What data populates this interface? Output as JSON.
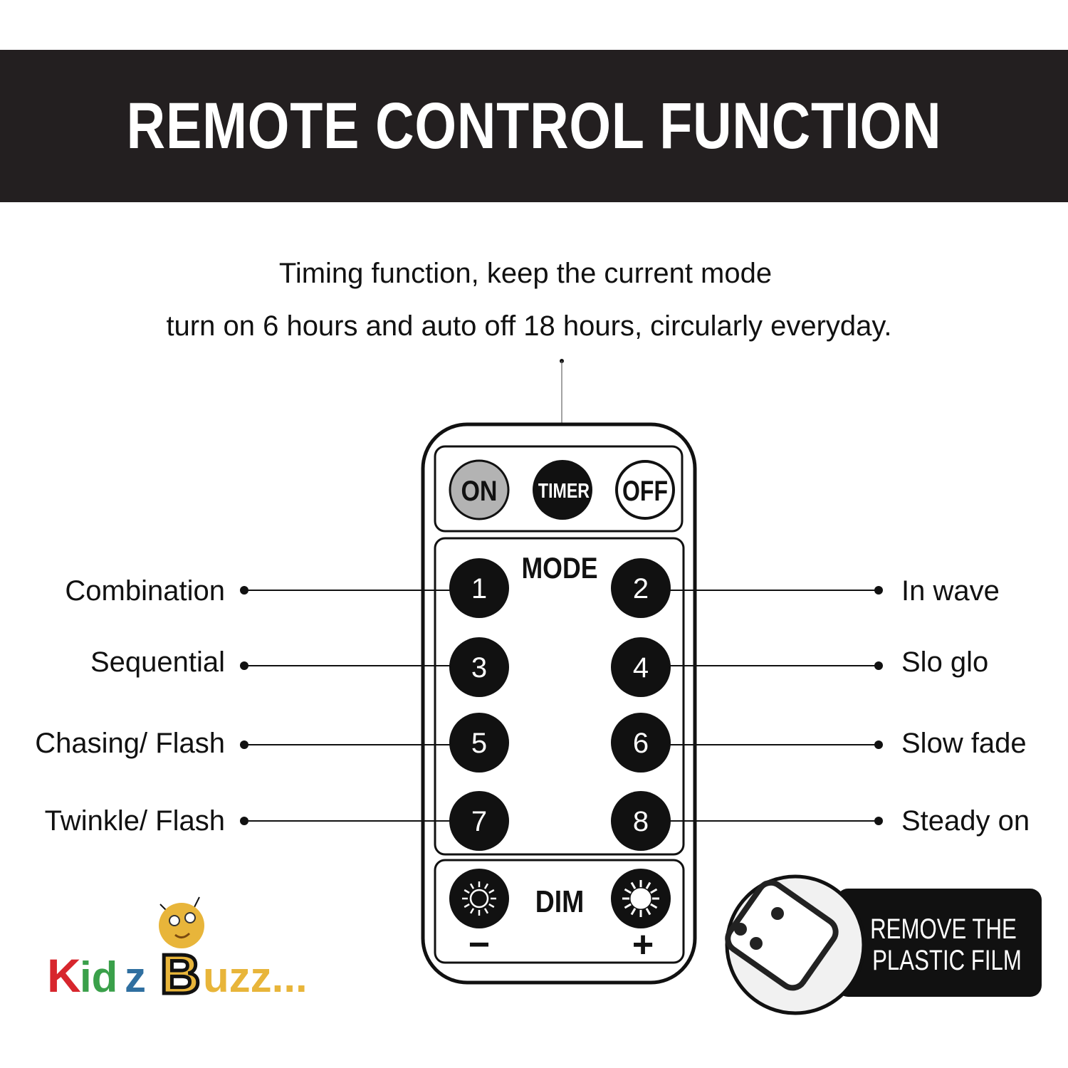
{
  "header": {
    "title": "REMOTE CONTROL FUNCTION"
  },
  "timer_note": {
    "line1": "Timing function, keep the current mode",
    "line2": "turn on 6 hours and auto off 18 hours, circularly everyday."
  },
  "remote": {
    "on": "ON",
    "timer": "TIMER",
    "off": "OFF",
    "mode_label": "MODE",
    "dim_label": "DIM",
    "dim_minus": "−",
    "dim_plus": "+",
    "buttons": [
      "1",
      "2",
      "3",
      "4",
      "5",
      "6",
      "7",
      "8"
    ]
  },
  "modes": {
    "left": [
      "Combination",
      "Sequential",
      "Chasing/ Flash",
      "Twinkle/ Flash"
    ],
    "right": [
      "In wave",
      "Slo glo",
      "Slow fade",
      "Steady on"
    ]
  },
  "inset": {
    "line1": "REMOVE THE",
    "line2": "PLASTIC FILM"
  },
  "watermark": {
    "text": "Kidz Buzz..."
  },
  "colors": {
    "header_bg": "#231f20",
    "on_button": "#b3b3b3",
    "bee": "#e8b53a"
  }
}
